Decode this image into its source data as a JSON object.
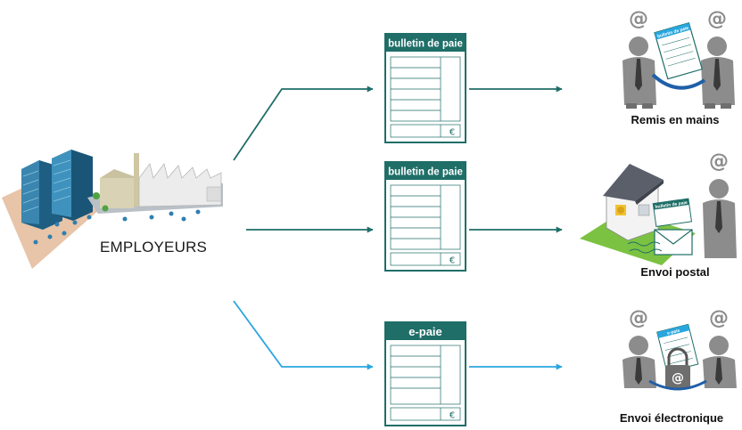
{
  "source": {
    "label": "EMPLOYEURS"
  },
  "payslips": [
    {
      "header": "bulletin de paie"
    },
    {
      "header": "bulletin de paie"
    },
    {
      "header": "e-paie"
    }
  ],
  "payslip_symbol": "€",
  "outcomes": [
    {
      "label": "Remis en mains",
      "doc_text": "bulletin de paie",
      "left_badge": "@",
      "right_badge": "@"
    },
    {
      "label": "Envoi postal",
      "doc_text": "bulletin de paie",
      "right_badge": "@"
    },
    {
      "label": "Envoi électronique",
      "doc_text": "e-paie",
      "left_badge": "@",
      "right_badge": "@",
      "lock_badge": "@"
    }
  ],
  "colors": {
    "teal": "#1f6e68",
    "cyan": "#29a6de",
    "person": "#8c8c8c",
    "person_dark": "#6e6e6e",
    "suit_tie": "#3a3a3a",
    "grass": "#7cc242",
    "ground": "#e0b89a",
    "building": "#2a6f94"
  },
  "icons": [
    "office-buildings-icon",
    "factory-icon",
    "arrow-icon",
    "payslip-icon",
    "handshake-icon",
    "house-icon",
    "envelope-icon",
    "padlock-icon"
  ]
}
